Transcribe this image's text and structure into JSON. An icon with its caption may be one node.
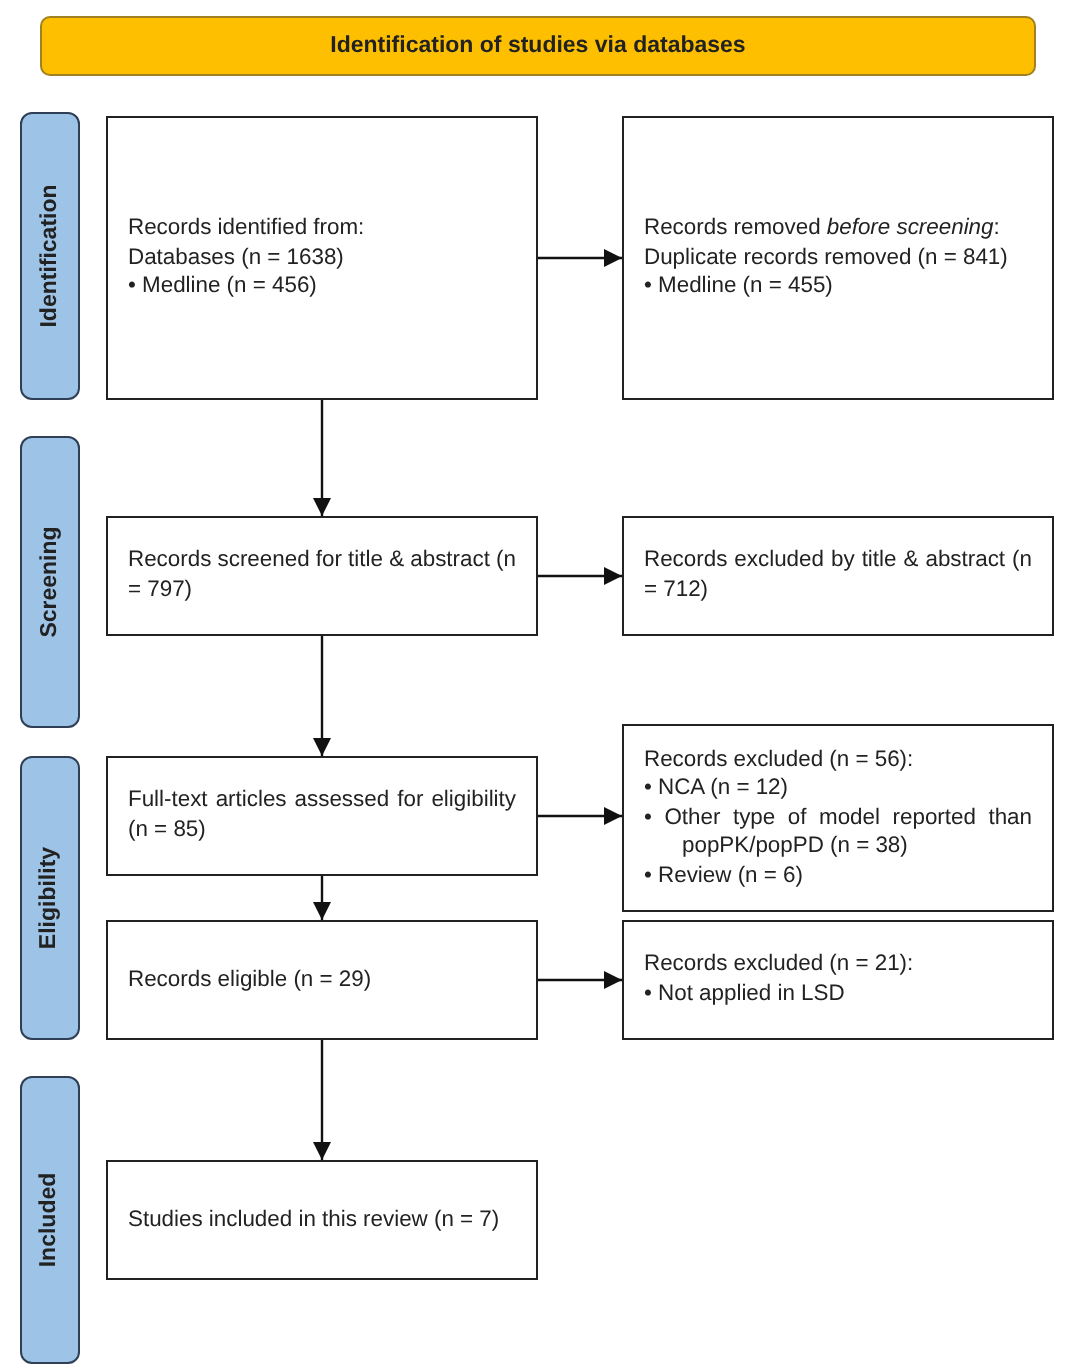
{
  "diagram": {
    "nodes": [
      {
        "text": [
          "Identification of studies via databases"
        ]
      },
      {
        "text": [
          "Identification"
        ]
      },
      {
        "text": [
          "Screening"
        ]
      },
      {
        "text": [
          "Eligibility"
        ]
      },
      {
        "text": [
          "Included"
        ]
      },
      {
        "text": [
          "Records identified from:",
          "Databases (n = 1638)",
          "• Medline (n = 456)"
        ]
      },
      {
        "text": [
          "Records removed *before screening*:",
          "Duplicate records removed (n = 841)",
          "• Medline (n = 455)"
        ]
      },
      {
        "text": [
          "Records screened for title & abstract (n = 797)"
        ]
      },
      {
        "text": [
          "Records excluded by title & abstract (n = 712)"
        ]
      },
      {
        "text": [
          "Full-text articles assessed for eligibility (n = 85)"
        ]
      },
      {
        "text": [
          "Records excluded (n = 56):",
          "• NCA (n = 12)",
          "• Other type of model reported than popPK/popPD (n = 38)",
          "• Review (n = 6)"
        ]
      },
      {
        "text": [
          "Records eligible (n = 29)"
        ]
      },
      {
        "text": [
          "Records excluded (n = 21):",
          "• Not applied in LSD"
        ]
      },
      {
        "text": [
          "Studies included in this review (n = 7)"
        ]
      }
    ],
    "edges": [
      {
        "from": 5,
        "to": 6,
        "arrow": "to"
      },
      {
        "from": 5,
        "to": 7,
        "arrow": "to"
      },
      {
        "from": 7,
        "to": 8,
        "arrow": "to"
      },
      {
        "from": 7,
        "to": 9,
        "arrow": "to"
      },
      {
        "from": 9,
        "to": 10,
        "arrow": "to"
      },
      {
        "from": 9,
        "to": 11,
        "arrow": "to"
      },
      {
        "from": 11,
        "to": 12,
        "arrow": "to"
      },
      {
        "from": 11,
        "to": 13,
        "arrow": "to"
      }
    ]
  }
}
